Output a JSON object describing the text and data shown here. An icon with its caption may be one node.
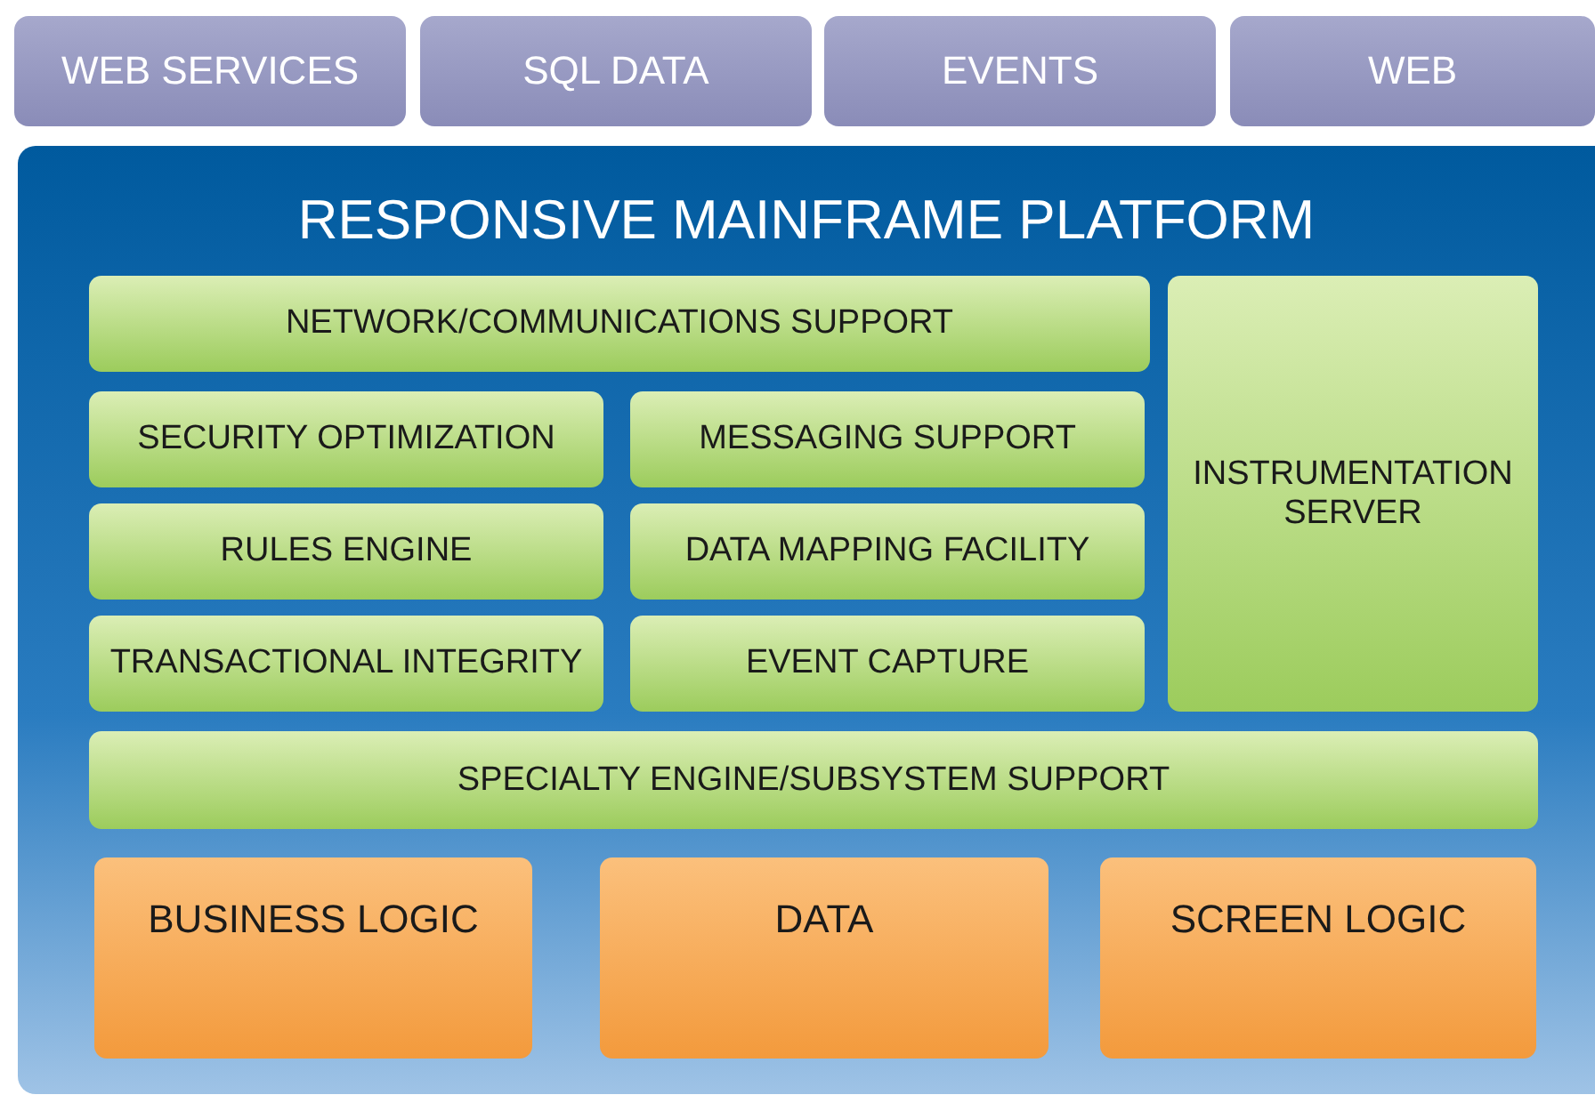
{
  "diagram": {
    "nodes": [
      {
        "text": [
          "WEB SERVICES"
        ]
      },
      {
        "text": [
          "SQL DATA"
        ]
      },
      {
        "text": [
          "EVENTS"
        ]
      },
      {
        "text": [
          "WEB"
        ]
      },
      {
        "text": [
          "RESPONSIVE MAINFRAME PLATFORM"
        ]
      },
      {
        "text": [
          "NETWORK/COMMUNICATIONS SUPPORT"
        ],
        "in": 4
      },
      {
        "text": [
          "INSTRUMENTATION SERVER"
        ],
        "in": 4
      },
      {
        "text": [
          "SECURITY OPTIMIZATION"
        ],
        "in": 4
      },
      {
        "text": [
          "MESSAGING SUPPORT"
        ],
        "in": 4
      },
      {
        "text": [
          "RULES ENGINE"
        ],
        "in": 4
      },
      {
        "text": [
          "DATA MAPPING FACILITY"
        ],
        "in": 4
      },
      {
        "text": [
          "TRANSACTIONAL INTEGRITY"
        ],
        "in": 4
      },
      {
        "text": [
          "EVENT CAPTURE"
        ],
        "in": 4
      },
      {
        "text": [
          "SPECIALTY ENGINE/SUBSYSTEM SUPPORT"
        ],
        "in": 4
      },
      {
        "text": [
          "BUSINESS LOGIC"
        ],
        "in": 4
      },
      {
        "text": [
          "DATA"
        ],
        "in": 4
      },
      {
        "text": [
          "SCREEN LOGIC"
        ],
        "in": 4
      }
    ]
  }
}
